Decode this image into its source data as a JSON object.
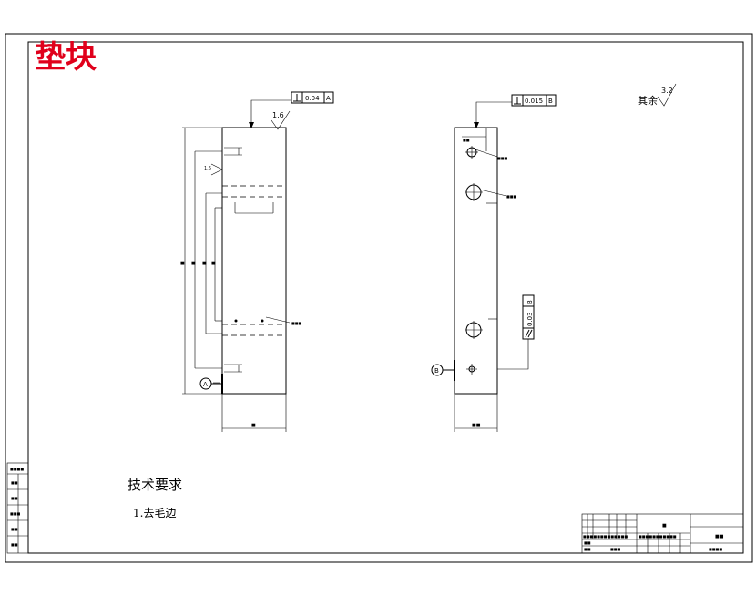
{
  "drawing": {
    "title": "垫块",
    "tech_requirements_heading": "技术要求",
    "tech_requirements_item": "1.去毛边",
    "roughness_other": "其余",
    "roughness_other_value": "3.2",
    "left_view": {
      "perpendicularity_value": "0.04",
      "perpendicularity_datum": "A",
      "surface_roughness": "1.6",
      "side_roughness": "1.6",
      "datum_label": "A"
    },
    "right_view": {
      "perpendicularity_value": "0.015",
      "perpendicularity_datum": "B",
      "parallelism_value": "0.03",
      "parallelism_datum": "B",
      "datum_label": "B"
    }
  }
}
